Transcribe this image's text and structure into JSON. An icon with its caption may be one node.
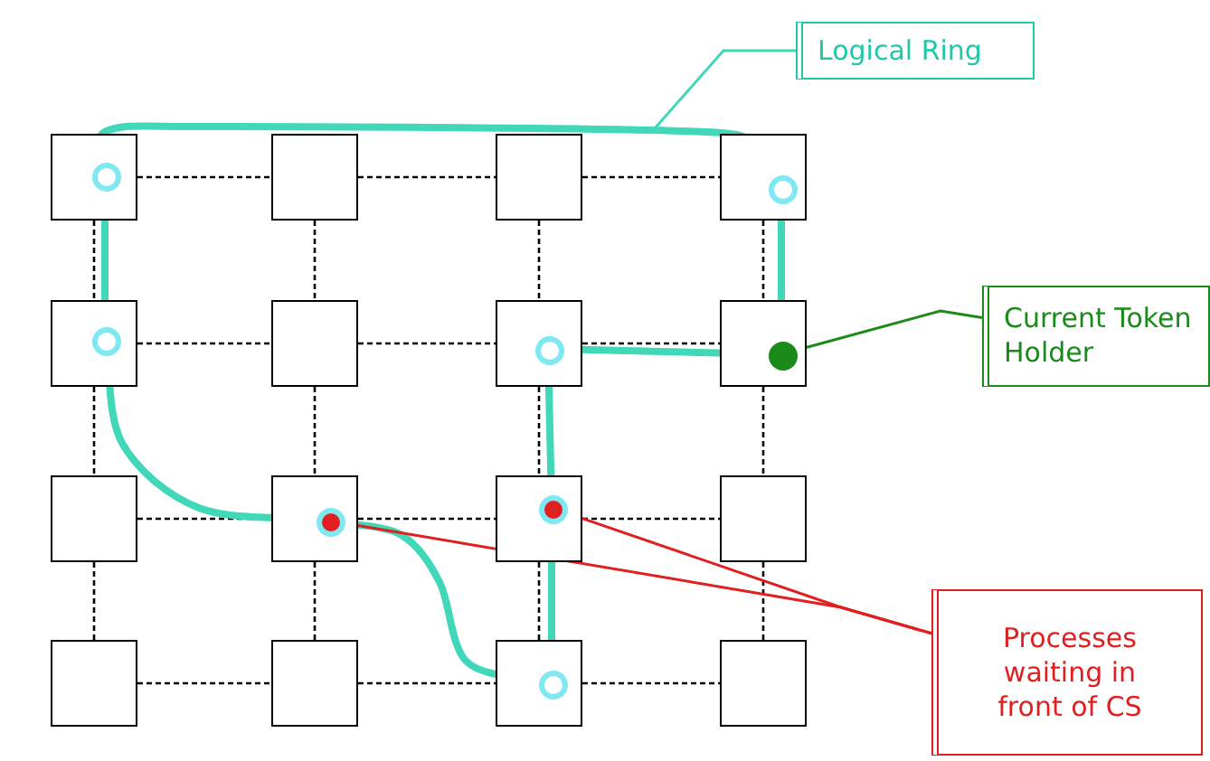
{
  "diagram": {
    "nodes": [
      {
        "text": [],
        "shape": "box"
      },
      {
        "text": [],
        "shape": "box"
      },
      {
        "text": [],
        "shape": "box"
      },
      {
        "text": [],
        "shape": "box"
      },
      {
        "text": [],
        "shape": "box"
      },
      {
        "text": [],
        "shape": "box"
      },
      {
        "text": [],
        "shape": "box"
      },
      {
        "text": [],
        "shape": "box"
      },
      {
        "text": [],
        "shape": "box"
      },
      {
        "text": [],
        "shape": "box"
      },
      {
        "text": [],
        "shape": "box"
      },
      {
        "text": [],
        "shape": "box"
      },
      {
        "text": [],
        "shape": "box"
      },
      {
        "text": [],
        "shape": "box"
      },
      {
        "text": [],
        "shape": "box"
      },
      {
        "text": [],
        "shape": "box"
      },
      {
        "text": [],
        "shape": "circle",
        "in": 0
      },
      {
        "text": [],
        "shape": "circle",
        "in": 3
      },
      {
        "text": [],
        "shape": "circle",
        "in": 4
      },
      {
        "text": [],
        "shape": "circle",
        "in": 6
      },
      {
        "text": [],
        "shape": "circle",
        "in": 7
      },
      {
        "text": [],
        "shape": "circle",
        "in": 9
      },
      {
        "text": [],
        "shape": "circle",
        "in": 10
      },
      {
        "text": [],
        "shape": "circle",
        "in": 14
      },
      {
        "text": [
          "Logical Ring"
        ]
      },
      {
        "text": [
          "Current Token Holder"
        ]
      },
      {
        "text": [
          "Processes waiting in front of CS"
        ]
      }
    ],
    "edges": [
      {
        "from": 0,
        "to": 1,
        "arrow": "none",
        "style": "dashed"
      },
      {
        "from": 1,
        "to": 2,
        "arrow": "none",
        "style": "dashed"
      },
      {
        "from": 2,
        "to": 3,
        "arrow": "none",
        "style": "dashed"
      },
      {
        "from": 4,
        "to": 5,
        "arrow": "none",
        "style": "dashed"
      },
      {
        "from": 5,
        "to": 6,
        "arrow": "none",
        "style": "dashed"
      },
      {
        "from": 6,
        "to": 7,
        "arrow": "none",
        "style": "dashed"
      },
      {
        "from": 8,
        "to": 9,
        "arrow": "none",
        "style": "dashed"
      },
      {
        "from": 9,
        "to": 10,
        "arrow": "none",
        "style": "dashed"
      },
      {
        "from": 10,
        "to": 11,
        "arrow": "none",
        "style": "dashed"
      },
      {
        "from": 12,
        "to": 13,
        "arrow": "none",
        "style": "dashed"
      },
      {
        "from": 13,
        "to": 14,
        "arrow": "none",
        "style": "dashed"
      },
      {
        "from": 14,
        "to": 15,
        "arrow": "none",
        "style": "dashed"
      },
      {
        "from": 0,
        "to": 4,
        "arrow": "none",
        "style": "dashed"
      },
      {
        "from": 1,
        "to": 5,
        "arrow": "none",
        "style": "dashed"
      },
      {
        "from": 2,
        "to": 6,
        "arrow": "none",
        "style": "dashed"
      },
      {
        "from": 3,
        "to": 7,
        "arrow": "none",
        "style": "dashed"
      },
      {
        "from": 4,
        "to": 8,
        "arrow": "none",
        "style": "dashed"
      },
      {
        "from": 5,
        "to": 9,
        "arrow": "none",
        "style": "dashed"
      },
      {
        "from": 6,
        "to": 10,
        "arrow": "none",
        "style": "dashed"
      },
      {
        "from": 7,
        "to": 11,
        "arrow": "none",
        "style": "dashed"
      },
      {
        "from": 8,
        "to": 12,
        "arrow": "none",
        "style": "dashed"
      },
      {
        "from": 9,
        "to": 13,
        "arrow": "none",
        "style": "dashed"
      },
      {
        "from": 10,
        "to": 14,
        "arrow": "none",
        "style": "dashed"
      },
      {
        "from": 11,
        "to": 15,
        "arrow": "none",
        "style": "dashed"
      },
      {
        "from": 16,
        "to": 17,
        "arrow": "none",
        "style": "thick",
        "color": "#40d8b8"
      },
      {
        "from": 17,
        "to": 20,
        "arrow": "none",
        "style": "thick",
        "color": "#40d8b8"
      },
      {
        "from": 20,
        "to": 19,
        "arrow": "none",
        "style": "thick",
        "color": "#40d8b8"
      },
      {
        "from": 19,
        "to": 22,
        "arrow": "none",
        "style": "thick",
        "color": "#40d8b8"
      },
      {
        "from": 22,
        "to": 23,
        "arrow": "none",
        "style": "thick",
        "color": "#40d8b8"
      },
      {
        "from": 23,
        "to": 21,
        "arrow": "none",
        "style": "thick",
        "color": "#40d8b8"
      },
      {
        "from": 21,
        "to": 18,
        "arrow": "none",
        "style": "thick",
        "color": "#40d8b8"
      },
      {
        "from": 18,
        "to": 16,
        "arrow": "none",
        "style": "thick",
        "color": "#40d8b8"
      },
      {
        "from": 24,
        "to": null,
        "arrow": "none",
        "color": "#40d8b8"
      },
      {
        "from": 25,
        "to": 20,
        "arrow": "none",
        "color": "#1a8a1a"
      },
      {
        "from": 26,
        "to": 21,
        "arrow": "none",
        "color": "#e02020"
      },
      {
        "from": 26,
        "to": 22,
        "arrow": "none",
        "color": "#e02020"
      }
    ]
  }
}
